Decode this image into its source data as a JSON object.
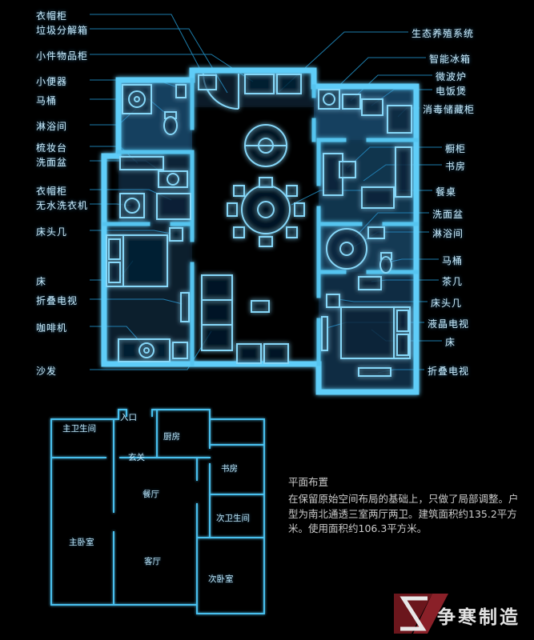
{
  "labels": {
    "left": [
      {
        "text": "衣帽柜"
      },
      {
        "text": "垃圾分解箱"
      },
      {
        "text": "小件物品柜"
      },
      {
        "text": "小便器"
      },
      {
        "text": "马桶"
      },
      {
        "text": "淋浴间"
      },
      {
        "text": "梳妆台"
      },
      {
        "text": "洗面盆"
      },
      {
        "text": "衣帽柜"
      },
      {
        "text": "无水洗衣机"
      },
      {
        "text": "床头几"
      },
      {
        "text": "床"
      },
      {
        "text": "折叠电视"
      },
      {
        "text": "咖啡机"
      },
      {
        "text": "沙发"
      }
    ],
    "right": [
      {
        "text": "生态养殖系统"
      },
      {
        "text": "智能冰箱"
      },
      {
        "text": "微波炉"
      },
      {
        "text": "电饭煲"
      },
      {
        "text": "消毒储藏柜"
      },
      {
        "text": "橱柜"
      },
      {
        "text": "书房"
      },
      {
        "text": "餐桌"
      },
      {
        "text": "洗面盆"
      },
      {
        "text": "淋浴间"
      },
      {
        "text": "马桶"
      },
      {
        "text": "茶几"
      },
      {
        "text": "床头几"
      },
      {
        "text": "液晶电视"
      },
      {
        "text": "床"
      },
      {
        "text": "折叠电视"
      }
    ]
  },
  "small_plan_rooms": [
    {
      "text": "入口"
    },
    {
      "text": "主卫生间"
    },
    {
      "text": "厨房"
    },
    {
      "text": "玄关"
    },
    {
      "text": "书房"
    },
    {
      "text": "餐厅"
    },
    {
      "text": "次卫生间"
    },
    {
      "text": "主卧室"
    },
    {
      "text": "客厅"
    },
    {
      "text": "次卧室"
    }
  ],
  "description": {
    "title": "平面布置",
    "body": "在保留原始空间布局的基础上，只做了局部调整。户型为南北通透三室两厅两卫。建筑面积约135.2平方米。使用面积约106.3平方米。"
  },
  "logo": {
    "text": "争寒制造"
  },
  "colors": {
    "wall": "#5ecdf8",
    "leader": "#1f84b4",
    "label": "#cdedfc",
    "logo_red": "#6b161c"
  }
}
